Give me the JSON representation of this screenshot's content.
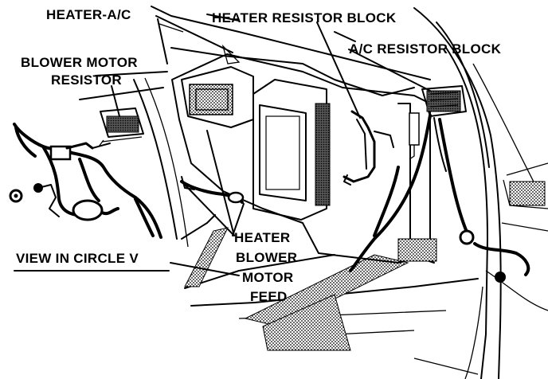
{
  "labels": {
    "heater_ac": "HEATER-A/C",
    "heater_resistor_block": "HEATER RESISTOR BLOCK",
    "ac_resistor_block": "A/C RESISTOR BLOCK",
    "blower_motor_resistor_line1": "BLOWER MOTOR",
    "blower_motor_resistor_line2": "RESISTOR",
    "view_in_circle": "VIEW IN CIRCLE V",
    "feed_line1": "HEATER",
    "feed_line2": "BLOWER",
    "feed_line3": "MOTOR",
    "feed_line4": "FEED"
  }
}
